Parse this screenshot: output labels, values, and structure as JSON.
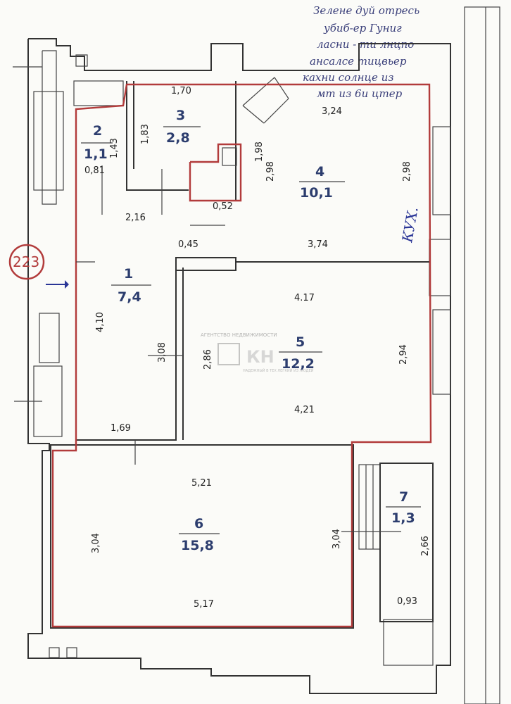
{
  "plan": {
    "rooms": [
      {
        "number": "1",
        "area": "7,4"
      },
      {
        "number": "2",
        "area": "1,1"
      },
      {
        "number": "3",
        "area": "2,8"
      },
      {
        "number": "4",
        "area": "10,1"
      },
      {
        "number": "5",
        "area": "12,2"
      },
      {
        "number": "6",
        "area": "15,8"
      },
      {
        "number": "7",
        "area": "1,3"
      }
    ],
    "dimensions": [
      "1,70",
      "1,83",
      "1,43",
      "0,81",
      "1,98",
      "2,98",
      "3,24",
      "2,98",
      "2,16",
      "0,52",
      "0,45",
      "3,74",
      "4,10",
      "3,08",
      "2,86",
      "4.17",
      "2,94",
      "4,21",
      "1,69",
      "5,21",
      "3,04",
      "3,04",
      "5,17",
      "2,66",
      "0,93"
    ],
    "marker": "223",
    "kitchen_note": "КУХ.",
    "handwriting": [
      "Зелене дуй отресь",
      "убиб-ер Гуниг",
      "ласни - ти лнцпо",
      "ансалсе тицвьер",
      "кахни солнце из",
      "мт из 6и цтер"
    ],
    "watermark": {
      "brand": "АГЕНТСТВО НЕДВИЖИМОСТИ",
      "logo_text": "КН",
      "tagline": "НАДЕЖНЫЙ В ТЕХ ЛЕГКИЙ ИЗ ЛЮДЕЙ"
    },
    "colors": {
      "outline": "#b23b3b",
      "label": "#2c3d6e",
      "ink": "#333333"
    }
  }
}
